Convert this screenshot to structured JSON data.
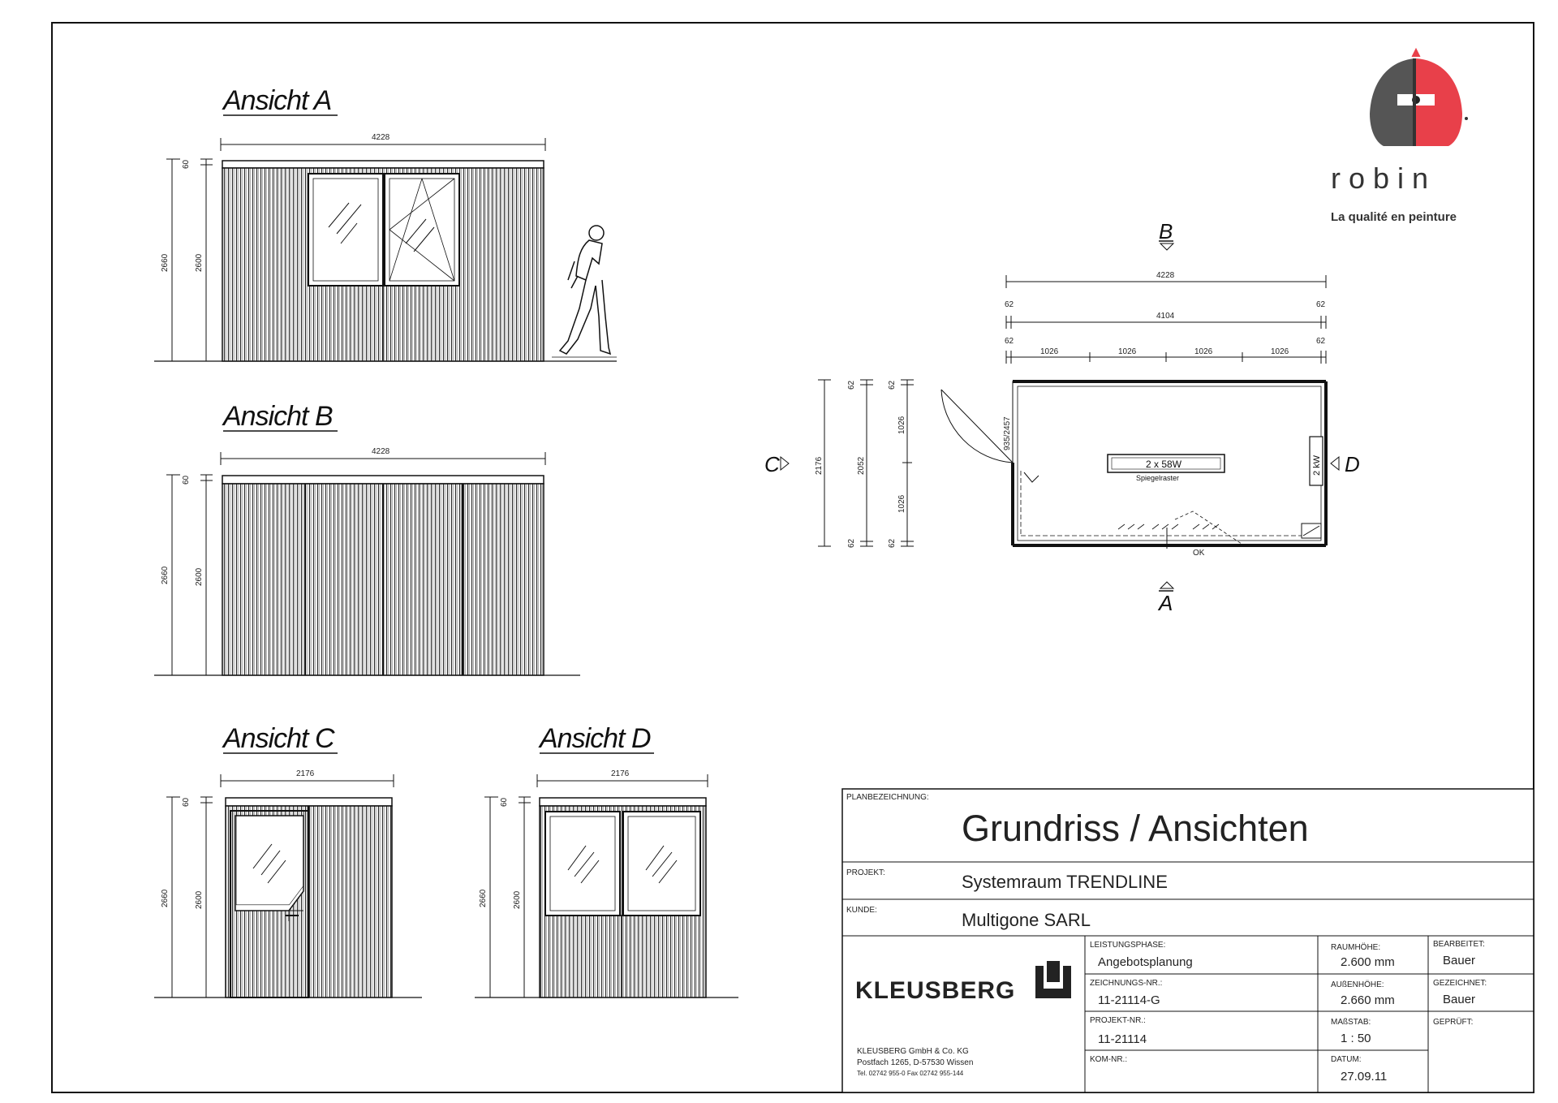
{
  "views": {
    "a": {
      "title": "Ansicht A",
      "width": "4228",
      "h_top": "60",
      "h_total": "2660",
      "h_body": "2600"
    },
    "b": {
      "title": "Ansicht B",
      "width": "4228",
      "h_top": "60",
      "h_total": "2660",
      "h_body": "2600"
    },
    "c": {
      "title": "Ansicht C",
      "width": "2176",
      "h_top": "60",
      "h_total": "2660",
      "h_body": "2600"
    },
    "d": {
      "title": "Ansicht D",
      "width": "2176",
      "h_top": "60",
      "h_total": "2660",
      "h_body": "2600"
    }
  },
  "plan": {
    "marker_b": "B",
    "marker_a": "A",
    "marker_c": "C",
    "marker_d": "D",
    "overall_width": "4228",
    "inner_width": "4104",
    "wall": "62",
    "module": "1026",
    "depth_total": "2176",
    "depth_inner": "2052",
    "door_dim": "935/2457",
    "light_label": "2 x 58W",
    "light_sub": "Spiegelraster",
    "heater": "2 kW",
    "ok_label": "OK"
  },
  "logo": {
    "brand": "r o b i n",
    "tagline": "La qualité en peinture"
  },
  "title_block": {
    "planbezeichnung_label": "PLANBEZEICHNUNG:",
    "plan_title": "Grundriss / Ansichten",
    "projekt_label": "PROJEKT:",
    "projekt": "Systemraum TRENDLINE",
    "kunde_label": "KUNDE:",
    "kunde": "Multigone SARL",
    "company": "KLEUSBERG",
    "company_line1": "KLEUSBERG GmbH & Co. KG",
    "company_line2": "Postfach 1265, D-57530 Wissen",
    "company_line3": "Tel. 02742 955-0  Fax 02742 955-144",
    "leistungsphase_label": "LEISTUNGSPHASE:",
    "leistungsphase": "Angebotsplanung",
    "zeichnungs_label": "ZEICHNUNGS-NR.:",
    "zeichnungs_nr": "11-21114-G",
    "projekt_nr_label": "PROJEKT-NR.:",
    "projekt_nr": "11-21114",
    "kom_nr_label": "KOM-NR.:",
    "raumhoehe_label": "RAUMHÖHE:",
    "raumhoehe": "2.600 mm",
    "aussenhoehe_label": "AUßENHÖHE:",
    "aussenhoehe": "2.660 mm",
    "massstab_label": "MAßSTAB:",
    "massstab": "1 : 50",
    "datum_label": "DATUM:",
    "datum": "27.09.11",
    "bearbeitet_label": "BEARBEITET:",
    "bearbeitet": "Bauer",
    "gezeichnet_label": "GEZEICHNET:",
    "gezeichnet": "Bauer",
    "geprueft_label": "GEPRÜFT:"
  },
  "colors": {
    "ink": "#111111",
    "logo_red": "#e8404a",
    "logo_dark": "#555555"
  }
}
